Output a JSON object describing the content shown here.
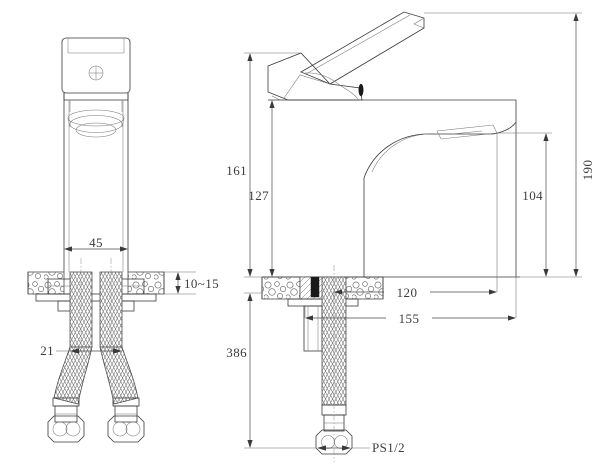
{
  "drawing": {
    "title": "Basin Mixer Faucet Technical Drawing",
    "type": "engineering-dimension-drawing",
    "units": "mm",
    "line_color": "#3a3a3a",
    "background": "#ffffff",
    "views": [
      {
        "name": "front-view",
        "position": "left"
      },
      {
        "name": "side-view",
        "position": "right"
      }
    ]
  },
  "dimensions": {
    "front_view": [
      {
        "id": "d-45",
        "label": "45",
        "orientation": "horizontal",
        "note": "body width at deck"
      },
      {
        "id": "d-10-15",
        "label": "10~15",
        "orientation": "vertical",
        "note": "deck / counter thickness range"
      },
      {
        "id": "d-21",
        "label": "21",
        "orientation": "horizontal",
        "note": "hose spacing at split"
      }
    ],
    "side_view": [
      {
        "id": "d-161",
        "label": "161",
        "orientation": "vertical",
        "note": "deck to handle top"
      },
      {
        "id": "d-127",
        "label": "127",
        "orientation": "vertical",
        "note": "deck to body top"
      },
      {
        "id": "d-190",
        "label": "190",
        "orientation": "vertical",
        "note": "overall height to handle tip"
      },
      {
        "id": "d-104",
        "label": "104",
        "orientation": "vertical",
        "note": "deck to spout outlet"
      },
      {
        "id": "d-120",
        "label": "120",
        "orientation": "horizontal",
        "note": "center to spout outlet"
      },
      {
        "id": "d-155",
        "label": "155",
        "orientation": "horizontal",
        "note": "center to spout tip"
      },
      {
        "id": "d-386",
        "label": "386",
        "orientation": "vertical",
        "note": "deck to hose connector end"
      }
    ],
    "thread": {
      "id": "d-ps12",
      "label": "PS1/2",
      "note": "supply hose thread size"
    }
  }
}
